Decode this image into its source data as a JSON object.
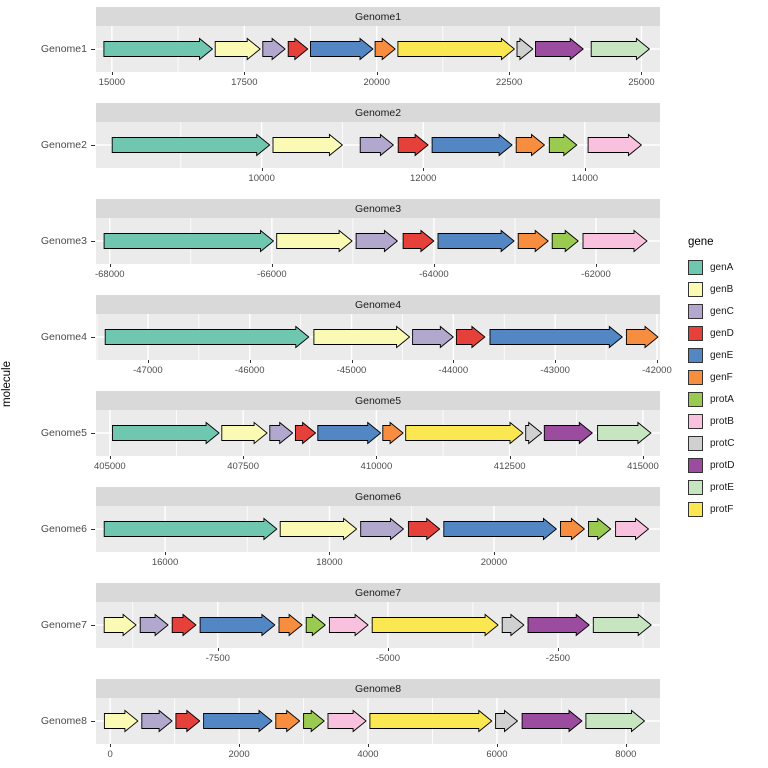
{
  "chart_data": {
    "type": "bar",
    "subtype": "gene-arrow-map",
    "ylabel": "molecule",
    "panel_bg": "#ebebeb",
    "strip_bg": "#d9d9d9",
    "grid_color": "#ffffff",
    "legend": {
      "title": "gene",
      "entries": [
        {
          "label": "genA",
          "color": "#6fc7b0"
        },
        {
          "label": "genB",
          "color": "#fafab4"
        },
        {
          "label": "genC",
          "color": "#b2a7cd"
        },
        {
          "label": "genD",
          "color": "#e5403a"
        },
        {
          "label": "genE",
          "color": "#5387c4"
        },
        {
          "label": "genF",
          "color": "#f78d3f"
        },
        {
          "label": "protA",
          "color": "#9acb50"
        },
        {
          "label": "protB",
          "color": "#f8c1dd"
        },
        {
          "label": "protC",
          "color": "#d0d0d0"
        },
        {
          "label": "protD",
          "color": "#9c4c9f"
        },
        {
          "label": "protE",
          "color": "#c6e5c0"
        },
        {
          "label": "protF",
          "color": "#fbe751"
        }
      ]
    },
    "facets": [
      {
        "name": "Genome1",
        "domain": [
          14700,
          25350
        ],
        "ticks": [
          {
            "v": 15000,
            "label": "15000"
          },
          {
            "v": 17500,
            "label": "17500"
          },
          {
            "v": 20000,
            "label": "20000"
          },
          {
            "v": 22500,
            "label": "22500"
          },
          {
            "v": 25000,
            "label": "25000"
          }
        ],
        "genes": [
          {
            "gene": "genA",
            "start": 14850,
            "end": 16900
          },
          {
            "gene": "genB",
            "start": 16950,
            "end": 17800
          },
          {
            "gene": "genC",
            "start": 17850,
            "end": 18270
          },
          {
            "gene": "genD",
            "start": 18330,
            "end": 18700
          },
          {
            "gene": "genE",
            "start": 18750,
            "end": 19930
          },
          {
            "gene": "genF",
            "start": 19970,
            "end": 20350
          },
          {
            "gene": "protF",
            "start": 20400,
            "end": 22600
          },
          {
            "gene": "protC",
            "start": 22650,
            "end": 22950
          },
          {
            "gene": "protD",
            "start": 23000,
            "end": 23900
          },
          {
            "gene": "protE",
            "start": 24050,
            "end": 25150
          }
        ]
      },
      {
        "name": "Genome2",
        "domain": [
          7950,
          14930
        ],
        "ticks": [
          {
            "v": 10000,
            "label": "10000"
          },
          {
            "v": 12000,
            "label": "12000"
          },
          {
            "v": 14000,
            "label": "14000"
          }
        ],
        "genes": [
          {
            "gene": "genA",
            "start": 8150,
            "end": 10100
          },
          {
            "gene": "genB",
            "start": 10140,
            "end": 11000
          },
          {
            "gene": "genC",
            "start": 11220,
            "end": 11630
          },
          {
            "gene": "genD",
            "start": 11690,
            "end": 12060
          },
          {
            "gene": "genE",
            "start": 12110,
            "end": 13100
          },
          {
            "gene": "genF",
            "start": 13150,
            "end": 13500
          },
          {
            "gene": "protA",
            "start": 13560,
            "end": 13900
          },
          {
            "gene": "protB",
            "start": 14040,
            "end": 14700
          }
        ]
      },
      {
        "name": "Genome3",
        "domain": [
          -68170,
          -61210
        ],
        "ticks": [
          {
            "v": -68000,
            "label": "-68000"
          },
          {
            "v": -66000,
            "label": "-66000"
          },
          {
            "v": -64000,
            "label": "-64000"
          },
          {
            "v": -62000,
            "label": "-62000"
          }
        ],
        "genes": [
          {
            "gene": "genA",
            "start": -68070,
            "end": -65980
          },
          {
            "gene": "genB",
            "start": -65940,
            "end": -65010
          },
          {
            "gene": "genC",
            "start": -64960,
            "end": -64450
          },
          {
            "gene": "genD",
            "start": -64380,
            "end": -64000
          },
          {
            "gene": "genE",
            "start": -63950,
            "end": -63010
          },
          {
            "gene": "genF",
            "start": -62960,
            "end": -62590
          },
          {
            "gene": "protA",
            "start": -62540,
            "end": -62220
          },
          {
            "gene": "protB",
            "start": -62160,
            "end": -61370
          }
        ]
      },
      {
        "name": "Genome4",
        "domain": [
          -47510,
          -41970
        ],
        "ticks": [
          {
            "v": -47000,
            "label": "-47000"
          },
          {
            "v": -46000,
            "label": "-46000"
          },
          {
            "v": -45000,
            "label": "-45000"
          },
          {
            "v": -44000,
            "label": "-44000"
          },
          {
            "v": -43000,
            "label": "-43000"
          },
          {
            "v": -42000,
            "label": "-42000"
          }
        ],
        "genes": [
          {
            "gene": "genA",
            "start": -47420,
            "end": -45420
          },
          {
            "gene": "genB",
            "start": -45370,
            "end": -44430
          },
          {
            "gene": "genC",
            "start": -44400,
            "end": -44000
          },
          {
            "gene": "genD",
            "start": -43970,
            "end": -43690
          },
          {
            "gene": "genE",
            "start": -43640,
            "end": -42340
          },
          {
            "gene": "genF",
            "start": -42300,
            "end": -41990
          }
        ]
      },
      {
        "name": "Genome5",
        "domain": [
          404740,
          415320
        ],
        "ticks": [
          {
            "v": 405000,
            "label": "405000"
          },
          {
            "v": 407500,
            "label": "407500"
          },
          {
            "v": 410000,
            "label": "410000"
          },
          {
            "v": 412500,
            "label": "412500"
          },
          {
            "v": 415000,
            "label": "415000"
          }
        ],
        "genes": [
          {
            "gene": "genA",
            "start": 405050,
            "end": 407050
          },
          {
            "gene": "genB",
            "start": 407100,
            "end": 407950
          },
          {
            "gene": "genC",
            "start": 408000,
            "end": 408430
          },
          {
            "gene": "genD",
            "start": 408480,
            "end": 408860
          },
          {
            "gene": "genE",
            "start": 408900,
            "end": 410080
          },
          {
            "gene": "genF",
            "start": 410120,
            "end": 410500
          },
          {
            "gene": "protF",
            "start": 410550,
            "end": 412750
          },
          {
            "gene": "protC",
            "start": 412800,
            "end": 413100
          },
          {
            "gene": "protD",
            "start": 413150,
            "end": 414050
          },
          {
            "gene": "protE",
            "start": 414150,
            "end": 415150
          }
        ]
      },
      {
        "name": "Genome6",
        "domain": [
          15160,
          22020
        ],
        "ticks": [
          {
            "v": 16000,
            "label": "16000"
          },
          {
            "v": 18000,
            "label": "18000"
          },
          {
            "v": 20000,
            "label": "20000"
          }
        ],
        "genes": [
          {
            "gene": "genA",
            "start": 15260,
            "end": 17360
          },
          {
            "gene": "genB",
            "start": 17400,
            "end": 18330
          },
          {
            "gene": "genC",
            "start": 18380,
            "end": 18900
          },
          {
            "gene": "genD",
            "start": 18960,
            "end": 19340
          },
          {
            "gene": "genE",
            "start": 19390,
            "end": 20760
          },
          {
            "gene": "genF",
            "start": 20810,
            "end": 21100
          },
          {
            "gene": "protA",
            "start": 21150,
            "end": 21420
          },
          {
            "gene": "protB",
            "start": 21480,
            "end": 21880
          }
        ]
      },
      {
        "name": "Genome7",
        "domain": [
          -9290,
          -1000
        ],
        "ticks": [
          {
            "v": -7500,
            "label": "-7500"
          },
          {
            "v": -5000,
            "label": "-5000"
          },
          {
            "v": -2500,
            "label": "-2500"
          }
        ],
        "genes": [
          {
            "gene": "genB",
            "start": -9170,
            "end": -8700
          },
          {
            "gene": "genC",
            "start": -8640,
            "end": -8230
          },
          {
            "gene": "genD",
            "start": -8170,
            "end": -7820
          },
          {
            "gene": "genE",
            "start": -7760,
            "end": -6660
          },
          {
            "gene": "genF",
            "start": -6600,
            "end": -6260
          },
          {
            "gene": "protA",
            "start": -6200,
            "end": -5920
          },
          {
            "gene": "protB",
            "start": -5860,
            "end": -5290
          },
          {
            "gene": "protF",
            "start": -5230,
            "end": -3380
          },
          {
            "gene": "protC",
            "start": -3320,
            "end": -3000
          },
          {
            "gene": "protD",
            "start": -2940,
            "end": -2040
          },
          {
            "gene": "protE",
            "start": -1980,
            "end": -1130
          }
        ]
      },
      {
        "name": "Genome8",
        "domain": [
          -220,
          8530
        ],
        "ticks": [
          {
            "v": 0,
            "label": "0"
          },
          {
            "v": 2000,
            "label": "2000"
          },
          {
            "v": 4000,
            "label": "4000"
          },
          {
            "v": 6000,
            "label": "6000"
          },
          {
            "v": 8000,
            "label": "8000"
          }
        ],
        "genes": [
          {
            "gene": "genB",
            "start": -90,
            "end": 430
          },
          {
            "gene": "genC",
            "start": 490,
            "end": 960
          },
          {
            "gene": "genD",
            "start": 1020,
            "end": 1390
          },
          {
            "gene": "genE",
            "start": 1450,
            "end": 2510
          },
          {
            "gene": "genF",
            "start": 2570,
            "end": 2940
          },
          {
            "gene": "protA",
            "start": 3000,
            "end": 3320
          },
          {
            "gene": "protB",
            "start": 3380,
            "end": 3970
          },
          {
            "gene": "protF",
            "start": 4030,
            "end": 5920
          },
          {
            "gene": "protC",
            "start": 5980,
            "end": 6320
          },
          {
            "gene": "protD",
            "start": 6390,
            "end": 7320
          },
          {
            "gene": "protE",
            "start": 7380,
            "end": 8290
          }
        ]
      }
    ]
  }
}
